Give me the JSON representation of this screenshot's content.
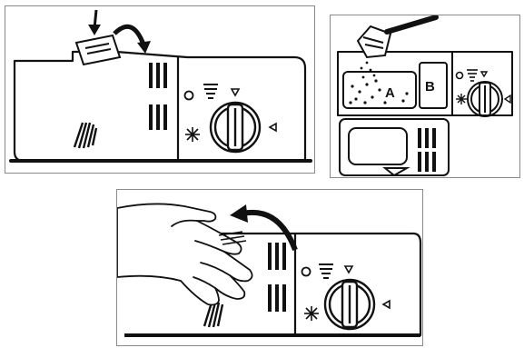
{
  "figure": {
    "panels": [
      {
        "id": "panel-1",
        "step": "open-lid"
      },
      {
        "id": "panel-2",
        "step": "fill-detergent"
      },
      {
        "id": "panel-3",
        "step": "close-lid"
      }
    ],
    "compartment_labels": {
      "a": "A",
      "b": "B"
    }
  }
}
